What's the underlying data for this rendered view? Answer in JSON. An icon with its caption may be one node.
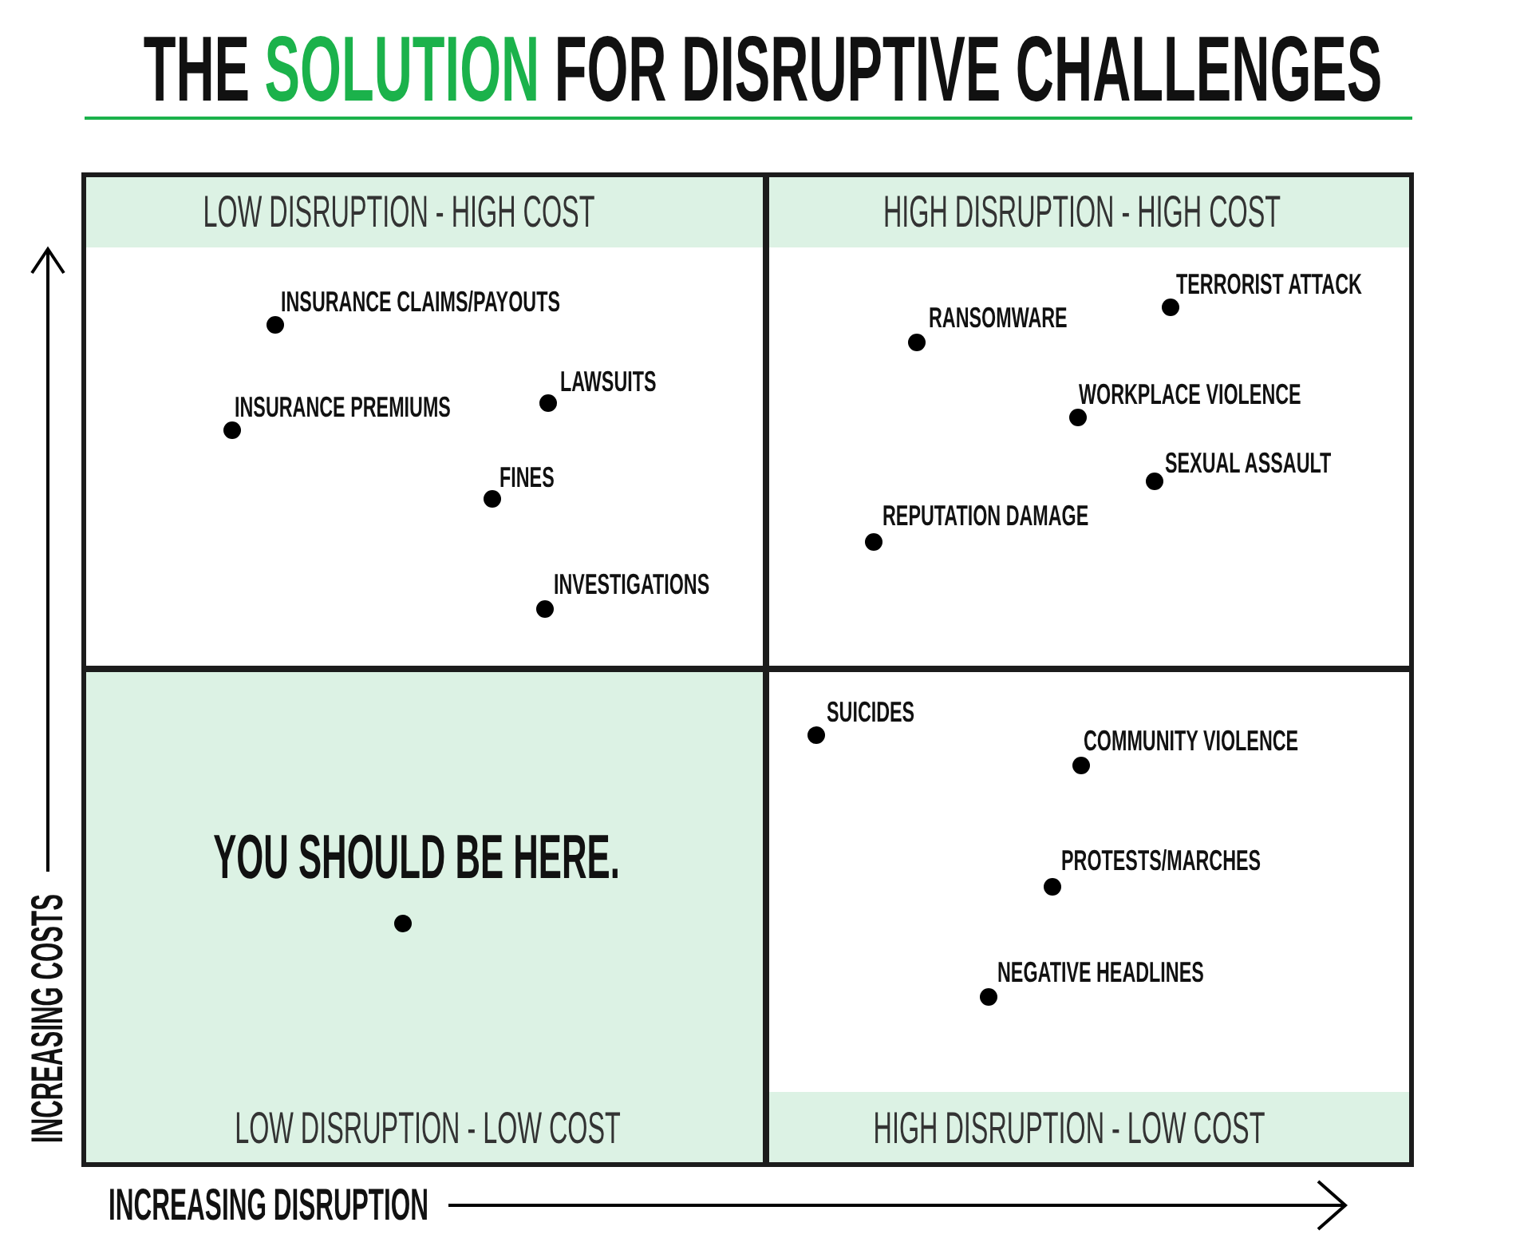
{
  "diagram": {
    "title": "THE SOLUTION FOR DISRUPTIVE CHALLENGES",
    "nodes": [
      {
        "text": [
          "LOW DISRUPTION - HIGH COST"
        ]
      },
      {
        "text": [],
        "shape": "circle",
        "beside": [
          "INSURANCE CLAIMS/PAYOUTS"
        ],
        "in": 0
      },
      {
        "text": [],
        "shape": "circle",
        "beside": [
          "LAWSUITS"
        ],
        "in": 0
      },
      {
        "text": [],
        "shape": "circle",
        "beside": [
          "INSURANCE PREMIUMS"
        ],
        "in": 0
      },
      {
        "text": [],
        "shape": "circle",
        "beside": [
          "FINES"
        ],
        "in": 0
      },
      {
        "text": [],
        "shape": "circle",
        "beside": [
          "INVESTIGATIONS"
        ],
        "in": 0
      },
      {
        "text": [
          "HIGH DISRUPTION - HIGH COST"
        ]
      },
      {
        "text": [],
        "shape": "circle",
        "beside": [
          "TERRORIST ATTACK"
        ],
        "in": 6
      },
      {
        "text": [],
        "shape": "circle",
        "beside": [
          "RANSOMWARE"
        ],
        "in": 6
      },
      {
        "text": [],
        "shape": "circle",
        "beside": [
          "WORKPLACE VIOLENCE"
        ],
        "in": 6
      },
      {
        "text": [],
        "shape": "circle",
        "beside": [
          "SEXUAL ASSAULT"
        ],
        "in": 6
      },
      {
        "text": [],
        "shape": "circle",
        "beside": [
          "REPUTATION DAMAGE"
        ],
        "in": 6
      },
      {
        "text": [
          "LOW DISRUPTION - LOW COST"
        ]
      },
      {
        "text": [],
        "shape": "circle",
        "beside": [
          "YOU SHOULD BE HERE."
        ],
        "in": 12
      },
      {
        "text": [
          "HIGH DISRUPTION - LOW COST"
        ]
      },
      {
        "text": [],
        "shape": "circle",
        "beside": [
          "SUICIDES"
        ],
        "in": 14
      },
      {
        "text": [],
        "shape": "circle",
        "beside": [
          "COMMUNITY VIOLENCE"
        ],
        "in": 14
      },
      {
        "text": [],
        "shape": "circle",
        "beside": [
          "PROTESTS/MARCHES"
        ],
        "in": 14
      },
      {
        "text": [],
        "shape": "circle",
        "beside": [
          "NEGATIVE HEADLINES"
        ],
        "in": 14
      }
    ],
    "labels": [
      "INCREASING COSTS",
      "INCREASING DISRUPTION"
    ]
  }
}
